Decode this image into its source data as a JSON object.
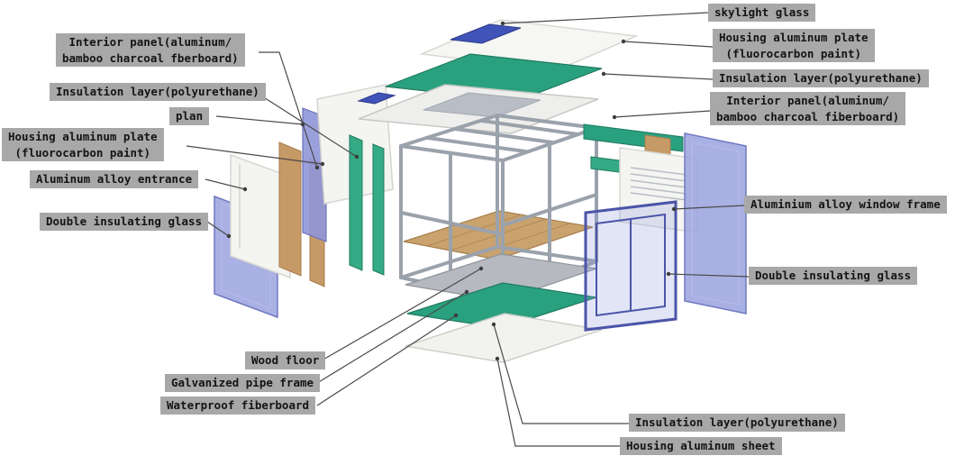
{
  "diagram_title": "Exploded view of modular cabin construction layers",
  "labels": {
    "interior_panel_left": "Interior panel(aluminum/\nbamboo charcoal fberboard)",
    "insulation_layer_left": "Insulation layer(polyurethane)",
    "plan": "plan",
    "housing_plate_left": "Housing aluminum plate\n(fluorocarbon paint)",
    "aluminum_entrance": "Aluminum alloy entrance",
    "double_glass_left": "Double insulating glass",
    "wood_floor": "Wood floor",
    "galvanized_pipe_frame": "Galvanized pipe frame",
    "waterproof_fiberboard": "Waterproof fiberboard",
    "skylight_glass": "skylight glass",
    "housing_plate_right": "Housing aluminum plate\n(fluorocarbon paint)",
    "insulation_layer_right": "Insulation layer(polyurethane)",
    "interior_panel_right": "Interior panel(aluminum/\nbamboo charcoal fiberboard)",
    "window_frame": "Aluminium alloy window frame",
    "double_glass_right": "Double insulating glass",
    "insulation_layer_bottom": "Insulation layer(polyurethane)",
    "housing_sheet": "Housing aluminum sheet"
  },
  "colors": {
    "label_background": "#a8a8a8",
    "label_text": "#141414",
    "insulation_green": "#2aa17e",
    "skylight_blue": "#4053b8",
    "glass_blue": "#9aa2de",
    "wood_tan": "#c9a26e",
    "pipe_gray": "#9aa2ac",
    "panel_white": "#f4f4f1",
    "leader_line": "#4a4a4a"
  }
}
